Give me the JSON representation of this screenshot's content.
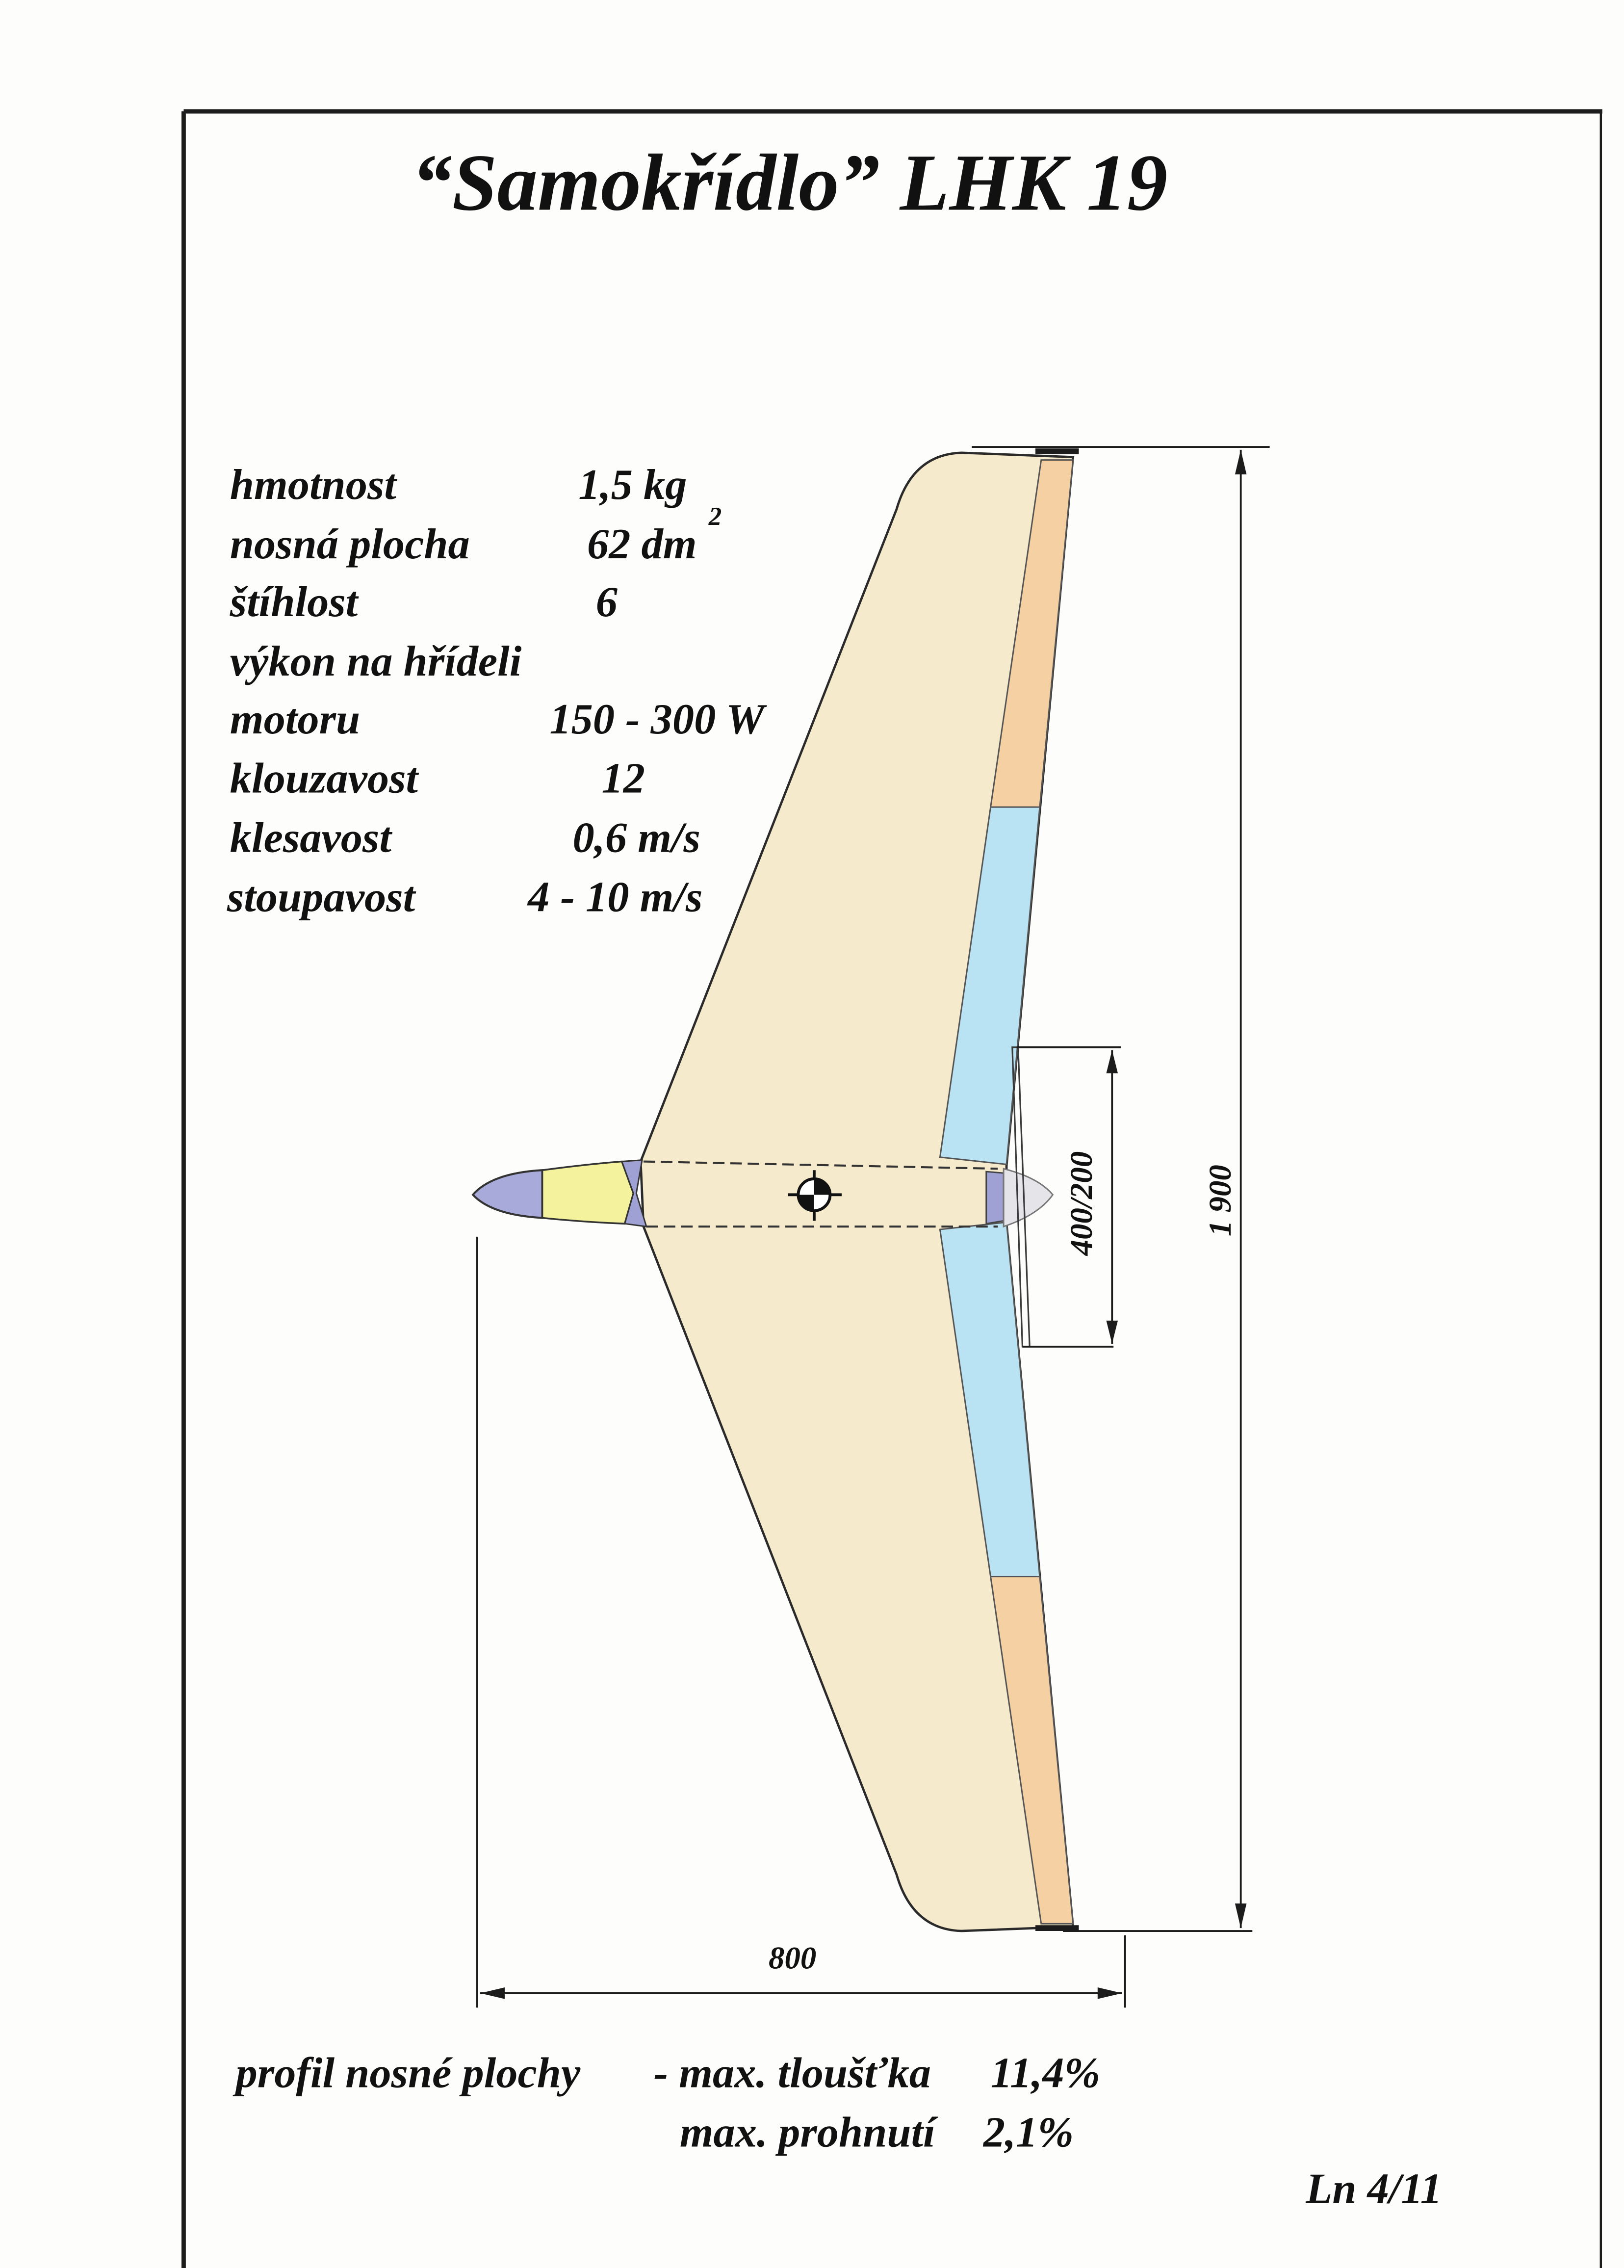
{
  "title": "“Samokřídlo” LHK 19",
  "specs": [
    {
      "label": "hmotnost",
      "value": "1,5 kg"
    },
    {
      "label": "nosná plocha",
      "value": "62 dm",
      "superscript": "2"
    },
    {
      "label": "štíhlost",
      "value": "6"
    },
    {
      "label": "výkon na hřídeli"
    },
    {
      "label": "motoru",
      "value": "150 - 300 W"
    },
    {
      "label": "klouzavost",
      "value": "12"
    },
    {
      "label": "klesavost",
      "value": "0,6 m/s"
    },
    {
      "label": "stoupavost",
      "value": "4 - 10 m/s"
    }
  ],
  "dimensions": {
    "span": "1 900",
    "length": "800",
    "propeller": "400/200"
  },
  "profile": {
    "label": "profil nosné plochy",
    "thickness_label": "- max. tloušťka",
    "thickness_value": "11,4%",
    "camber_label": "max. prohnutí",
    "camber_value": "2,1%"
  },
  "page_ref": "Ln 4/11",
  "colors": {
    "paper": "#fdfdfb",
    "wing": "#f5eacb",
    "elevon_outer": "#f5d0a3",
    "elevon_inner": "#b9e2f2",
    "nose_cone": "#a8aad9",
    "canopy": "#f4f29c",
    "accent_purple": "#9fa1d4",
    "tail": "#e4e4e9",
    "ink": "#1c1c1c"
  }
}
